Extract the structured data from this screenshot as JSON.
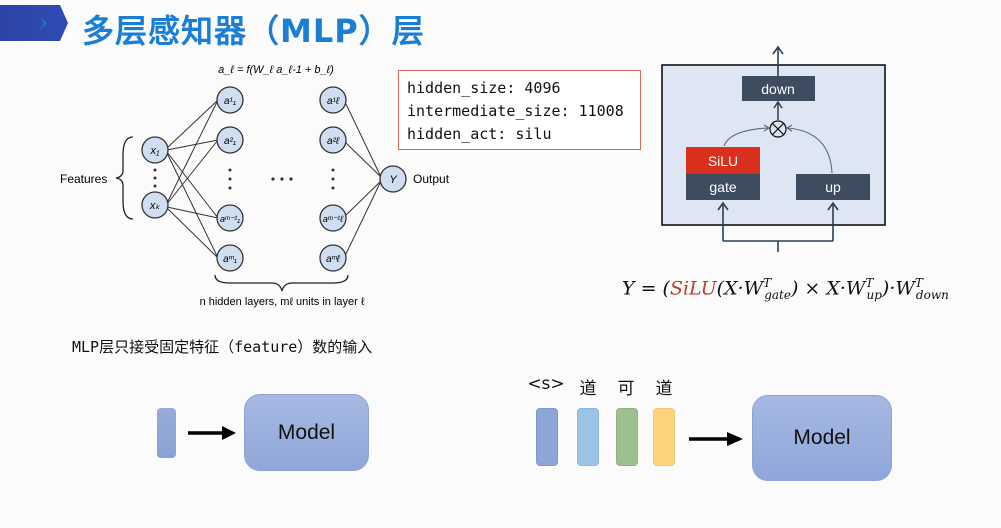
{
  "title": "多层感知器（MLP）层",
  "colors": {
    "title": "#1a7fd4",
    "title_bar": "#2b47a8",
    "config_border": "#d66a5a",
    "silu_red": "#d8301c",
    "block_dark": "#3d4c5f",
    "mlp_panel": "#dde6f2",
    "node_fill": "#cfdef0",
    "token_colors": [
      "#8ea6d6",
      "#9cc3e8",
      "#9cc08e",
      "#fcd27a"
    ]
  },
  "network_diagram": {
    "formula": "a_ℓ = f(W_ℓ a_ℓ-1 + b_ℓ)",
    "features_label": "Features",
    "output_label": "Output",
    "inputs": [
      "x1",
      "xk"
    ],
    "hidden_first": [
      "a¹₁",
      "a²₁",
      "a^(m₁-1)₁",
      "a^(m₁)₁"
    ],
    "hidden_last": [
      "a¹ℓ",
      "a²ℓ",
      "a^(mℓ-1)ℓ",
      "a^(mℓ)ℓ"
    ],
    "output_node": "Y",
    "ellipsis": "···",
    "caption": "n hidden layers, mℓ units in layer ℓ"
  },
  "config": {
    "lines": [
      "hidden_size: 4096",
      "intermediate_size: 11008",
      "hidden_act: silu"
    ]
  },
  "mlp_block": {
    "down_label": "down",
    "silu_label": "SiLU",
    "gate_label": "gate",
    "up_label": "up",
    "multiply_symbol": "⊗"
  },
  "equation": {
    "lhs": "Y = (",
    "silu": "SiLU",
    "part1": "(X·W",
    "sub_gate": "gate",
    "part2": ") × X·W",
    "sub_up": "up",
    "part3": ")·W",
    "sub_down": "down",
    "sup": "T"
  },
  "note": "MLP层只接受固定特征（feature）数的输入",
  "left_example": {
    "model_label": "Model"
  },
  "right_example": {
    "tokens": [
      "<s>",
      "道",
      "可",
      "道"
    ],
    "model_label": "Model"
  }
}
